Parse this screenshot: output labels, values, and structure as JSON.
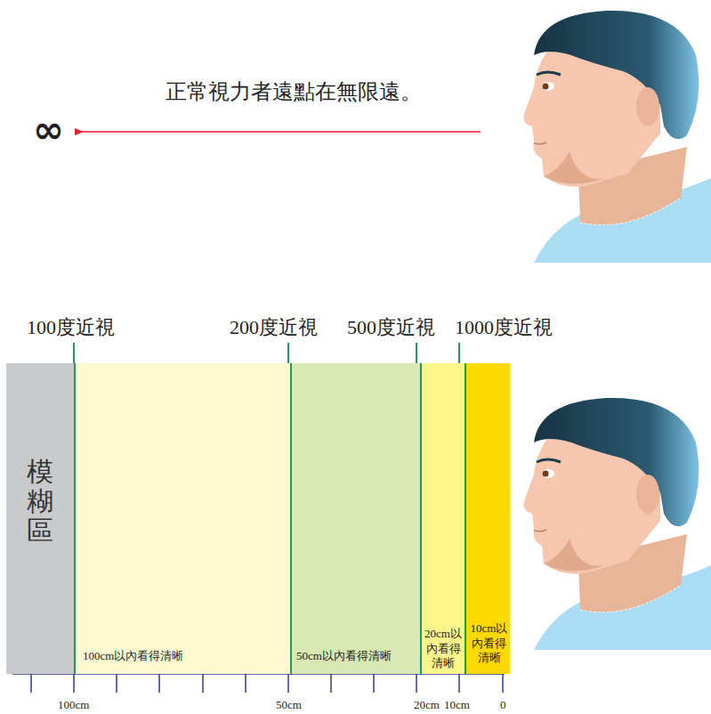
{
  "diagram": {
    "nodes": [
      {
        "text": [
          "模糊區"
        ]
      },
      {
        "text": [
          "100cm以內看得清晰"
        ]
      },
      {
        "text": [
          "50cm以內看得清晰"
        ],
        "in": 1
      },
      {
        "text": [
          "20cm以內看得清晰"
        ],
        "in": 2
      },
      {
        "text": [
          "10cm以內看得清晰"
        ],
        "in": 3
      }
    ],
    "labels": [
      "正常視力者遠點在無限遠。",
      "∞",
      "100度近視",
      "200度近視",
      "500度近視",
      "1000度近視",
      "100cm",
      "50cm",
      "20cm",
      "10cm",
      "0"
    ]
  }
}
